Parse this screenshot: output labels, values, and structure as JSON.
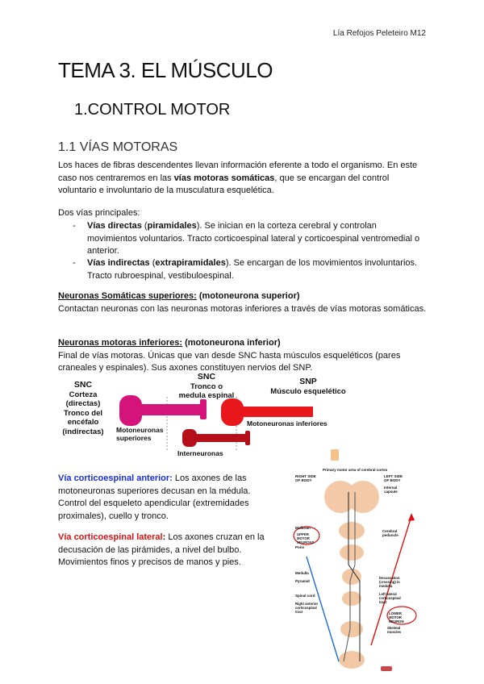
{
  "header": {
    "author": "Lía Refojos Peleteiro M12"
  },
  "title": "TEMA 3. EL MÚSCULO",
  "section": "1.CONTROL MOTOR",
  "subsection": "1.1 VÍAS MOTORAS",
  "intro": {
    "pre": "Los haces de fibras descendentes llevan información eferente a todo el organismo. En este caso nos centraremos en las ",
    "bold": "vías motoras somáticas",
    "post": ", que se encargan del control voluntario e involuntario de la musculatura esquelética."
  },
  "list_intro": "Dos vías principales:",
  "bullets": [
    {
      "dash": "-",
      "bold1": "Vías directas",
      "mid": " (",
      "bold2": "piramidales",
      "rest": "). Se inician en la corteza cerebral y controlan movimientos voluntarios. Tracto corticoespinal lateral y corticoespinal ventromedial o anterior."
    },
    {
      "dash": "-",
      "bold1": "Vías indirectas",
      "mid": " (",
      "bold2": "extrapiramidales",
      "rest": "). Se encargan de los movimientos involuntarios. Tracto rubroespinal, vestibuloespinal."
    }
  ],
  "upper": {
    "heading": "Neuronas Somáticas superiores:",
    "heading_extra": " (motoneurona superior)",
    "text": "Contactan neuronas con las neuronas motoras inferiores a través de vías motoras somáticas."
  },
  "lower": {
    "heading": "Neuronas motoras inferiores:",
    "heading_extra": " (motoneurona inferior)",
    "text": "Final de vías motoras. Únicas que van desde SNC hasta músculos esqueléticos (pares craneales y espinales). Sus axones constituyen nervios del SNP."
  },
  "diagram": {
    "snc_title": "SNC",
    "snc_lines": [
      "Corteza",
      "(directas)",
      "Tronco del",
      "encéfalo",
      "(indirectas)"
    ],
    "snc2_title": "SNC",
    "snc2_lines": [
      "Tronco o",
      "medula espinal"
    ],
    "snp_title": "SNP",
    "snp_line": "Músculo esquelético",
    "label_upper": [
      "Motoneuronas",
      "superiores"
    ],
    "label_lower": "Motoneuronas inferiores",
    "label_inter": "Interneuronas",
    "colors": {
      "magenta": "#d4147a",
      "red": "#e8171b",
      "darkred": "#b5101a"
    }
  },
  "anterior": {
    "label": "Vía corticoespinal anterior:",
    "text": " Los axones de las motoneuronas superiores decusan en la médula. Control del esqueleto apendicular (extremidades proximales), cuello y tronco."
  },
  "lateral": {
    "label": "Vía corticoespinal lateral",
    "colon": ":",
    "text": " Los axones cruzan en la decusación de las pirámides, a nivel del bulbo. Movimientos finos y precisos de manos y pies."
  },
  "figure": {
    "top_label": "Primary motor area of cerebral cortex",
    "left_side": "RIGHT SIDE OF BODY",
    "right_side": "LEFT SIDE OF BODY",
    "internal_capsule": "Internal capsule",
    "midbrain": "Midbrain",
    "upper_motor": "UPPER MOTOR NEURONS",
    "pons": "Pons",
    "cerebral_peduncle": "Cerebral peduncle",
    "medulla": "Medulla",
    "pyramid": "Pyramid",
    "decussation": "Decussation (crossing) in medulla",
    "spinal_cord": "Spinal cord",
    "lateral_tract": "Left lateral corticospinal tract",
    "anterior_tract": "Right anterior corticospinal tract",
    "lower_motor": "LOWER MOTOR NEURON",
    "skeletal": "Skeletal muscles"
  }
}
